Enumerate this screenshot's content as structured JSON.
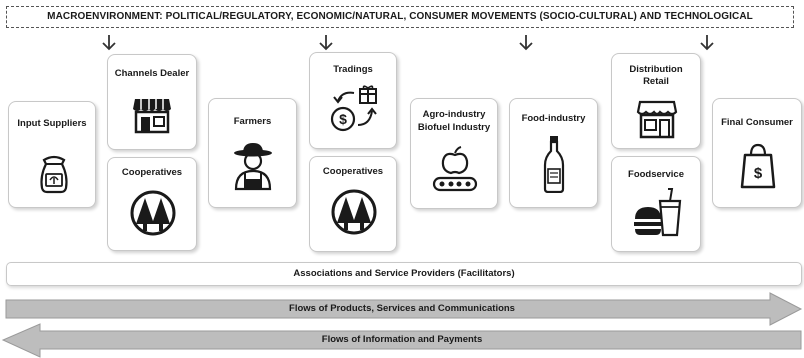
{
  "banner": "MACROENVIRONMENT: POLITICAL/REGULATORY, ECONOMIC/NATURAL, CONSUMER MOVEMENTS (SOCIO-CULTURAL) AND TECHNOLOGICAL",
  "nodes": {
    "input_suppliers": "Input Suppliers",
    "channels_dealer": "Channels Dealer",
    "cooperatives_1": "Cooperatives",
    "farmers": "Farmers",
    "tradings": "Tradings",
    "cooperatives_2": "Cooperatives",
    "agro_industry_line1": "Agro-industry",
    "agro_industry_line2": "Biofuel Industry",
    "food_industry": "Food-industry",
    "distribution_line1": "Distribution",
    "distribution_line2": "Retail",
    "foodservice": "Foodservice",
    "final_consumer": "Final Consumer"
  },
  "associations": "Associations and Service Providers (Facilitators)",
  "flows": {
    "forward": "Flows of Products, Services and Communications",
    "backward": "Flows of Information and Payments"
  },
  "icons": {
    "input_suppliers": "seed-bag-icon",
    "channels_dealer": "store-icon",
    "cooperatives": "cooperative-pines-icon",
    "farmers": "farmer-icon",
    "tradings": "trade-exchange-icon",
    "agro_industry": "apple-conveyor-icon",
    "food_industry": "sauce-bottle-icon",
    "distribution": "retail-store-icon",
    "foodservice": "burger-drink-icon",
    "final_consumer": "shopping-bag-icon",
    "money_symbol": "$"
  }
}
